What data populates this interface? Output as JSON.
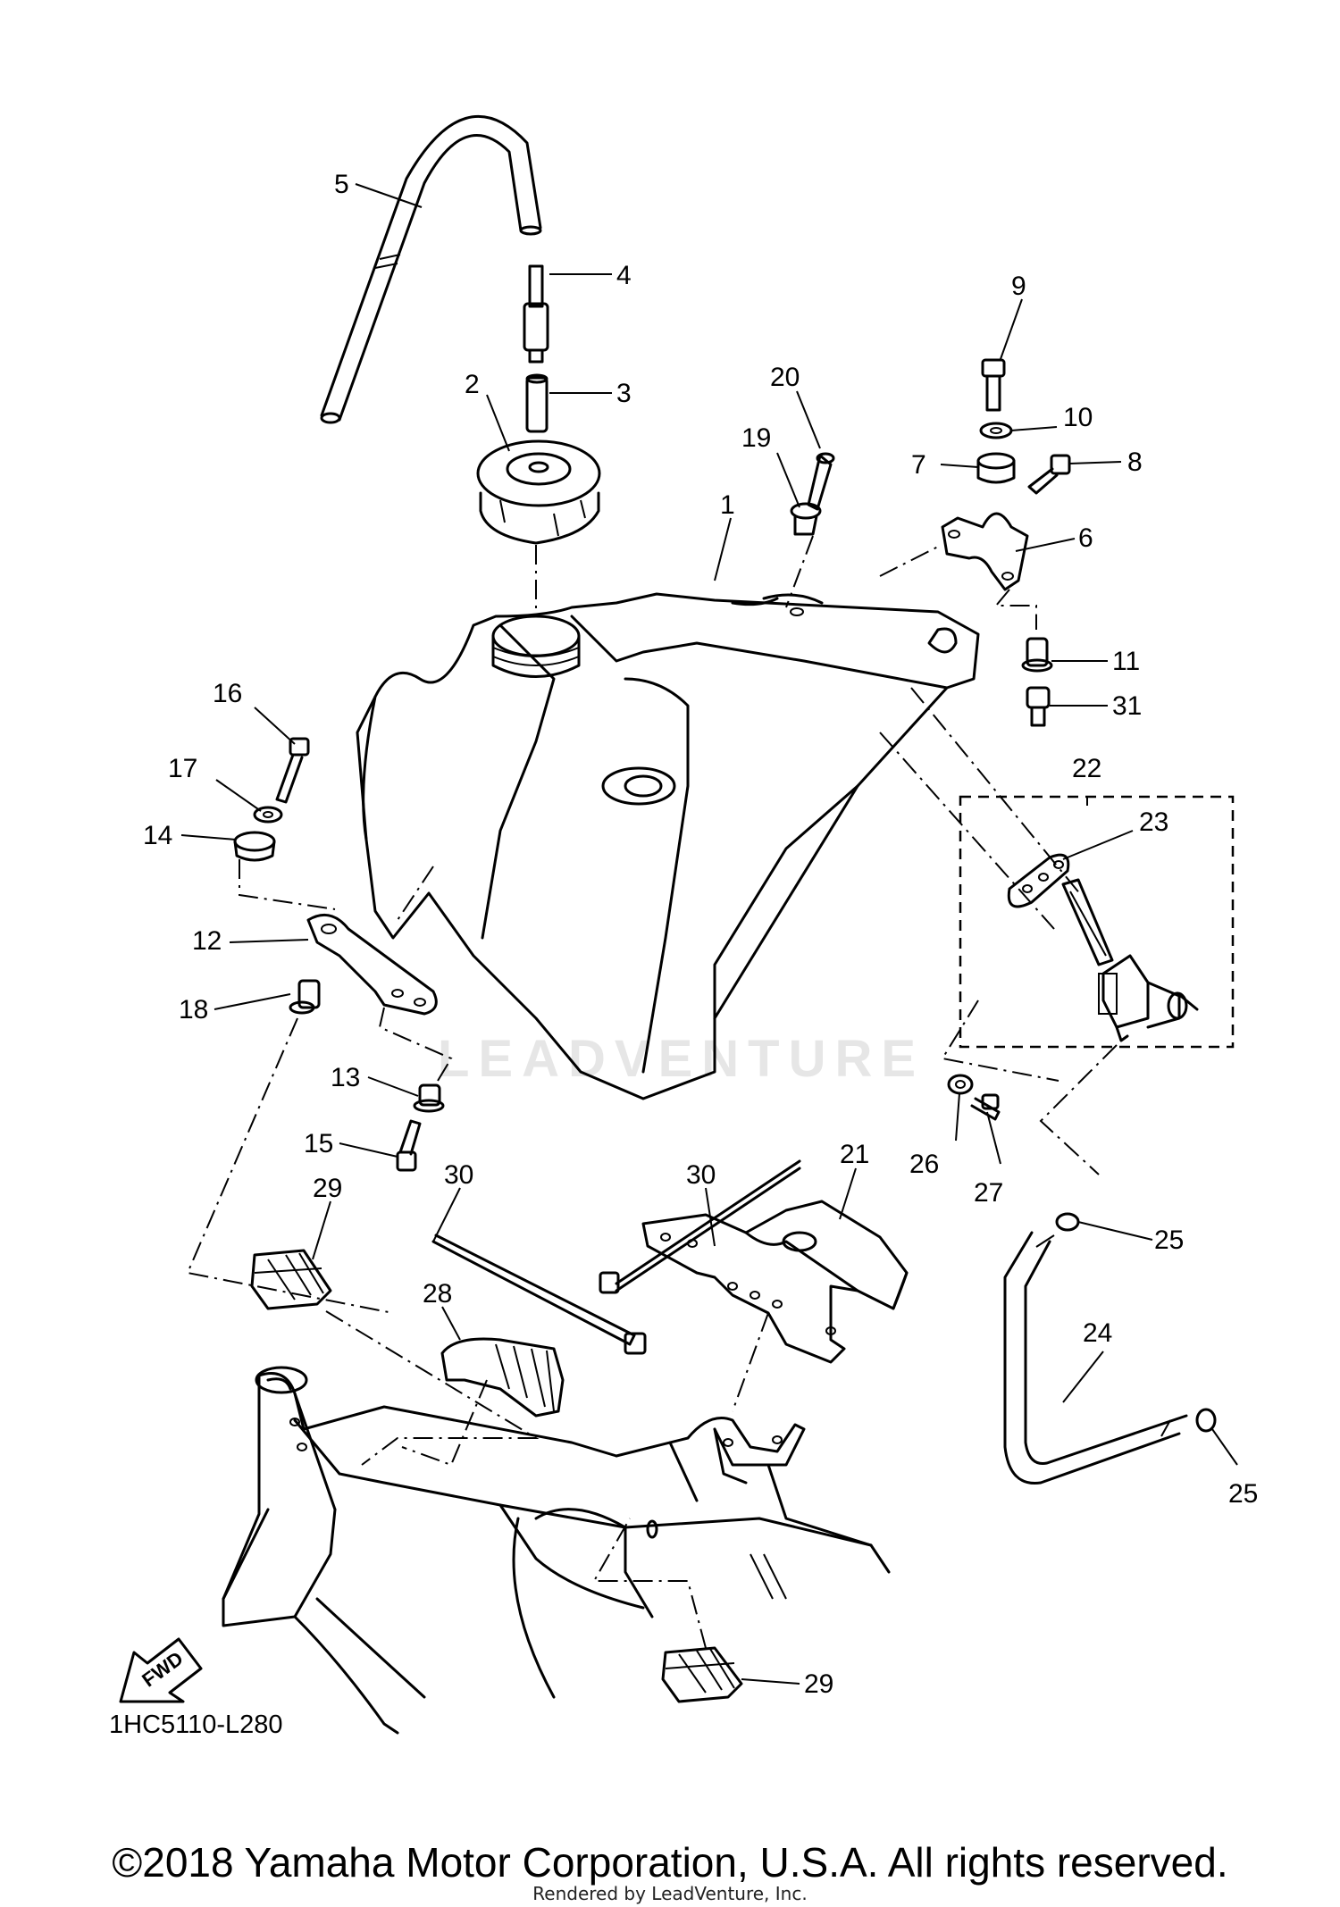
{
  "diagram": {
    "diagram_code": "1HC5110-L280",
    "watermark": "LEADVENTURE",
    "fwd_label": "FWD",
    "copyright": "©2018 Yamaha Motor Corporation, U.S.A. All rights reserved.",
    "rendered_by": "Rendered by LeadVenture, Inc.",
    "callouts": [
      {
        "id": "c5",
        "text": "5"
      },
      {
        "id": "c4",
        "text": "4"
      },
      {
        "id": "c3",
        "text": "3"
      },
      {
        "id": "c2",
        "text": "2"
      },
      {
        "id": "c20",
        "text": "20"
      },
      {
        "id": "c19",
        "text": "19"
      },
      {
        "id": "c1",
        "text": "1"
      },
      {
        "id": "c9",
        "text": "9"
      },
      {
        "id": "c10",
        "text": "10"
      },
      {
        "id": "c7",
        "text": "7"
      },
      {
        "id": "c8",
        "text": "8"
      },
      {
        "id": "c6",
        "text": "6"
      },
      {
        "id": "c11",
        "text": "11"
      },
      {
        "id": "c31",
        "text": "31"
      },
      {
        "id": "c16",
        "text": "16"
      },
      {
        "id": "c17",
        "text": "17"
      },
      {
        "id": "c14",
        "text": "14"
      },
      {
        "id": "c22",
        "text": "22"
      },
      {
        "id": "c23",
        "text": "23"
      },
      {
        "id": "c12",
        "text": "12"
      },
      {
        "id": "c18",
        "text": "18"
      },
      {
        "id": "c13",
        "text": "13"
      },
      {
        "id": "c15",
        "text": "15"
      },
      {
        "id": "c26",
        "text": "26"
      },
      {
        "id": "c27",
        "text": "27"
      },
      {
        "id": "c30a",
        "text": "30"
      },
      {
        "id": "c30b",
        "text": "30"
      },
      {
        "id": "c21",
        "text": "21"
      },
      {
        "id": "c29a",
        "text": "29"
      },
      {
        "id": "c25a",
        "text": "25"
      },
      {
        "id": "c28",
        "text": "28"
      },
      {
        "id": "c24",
        "text": "24"
      },
      {
        "id": "c25b",
        "text": "25"
      },
      {
        "id": "c29b",
        "text": "29"
      }
    ]
  }
}
